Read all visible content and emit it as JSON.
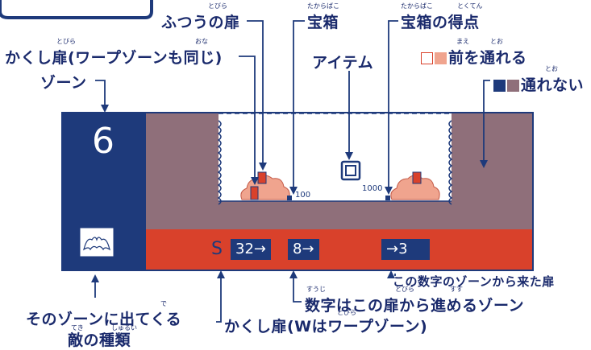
{
  "colors": {
    "navy": "#1e3a7b",
    "mauve": "#8f6f7a",
    "red": "#d9412b",
    "pink": "#f0a48e",
    "white_area": "#ffffff",
    "label": "#1a2a6c"
  },
  "labels": {
    "normal_door": "ふつうの扉",
    "treasure": "宝箱",
    "treasure_score": "宝箱の得点",
    "hidden_door": "かくし扉(ワープゾーンも同じ)",
    "item": "アイテム",
    "passable_prefix": "",
    "passable": "前を通れる",
    "impassable": "通れない",
    "zone": "ゾーン",
    "came_from": "この数字のゾーンから来た扉",
    "number_meaning": "数字はこの扉から進めるゾーン",
    "enemy_line1": "そのゾーンに出てくる",
    "enemy_line2": "敵の種類",
    "hidden_door_w": "かくし扉(Wはワープゾーン)"
  },
  "ruby": {
    "tobira1": "とびら",
    "takarabako1": "たからばこ",
    "takarabako2": "たからばこ",
    "tokuten": "とくてん",
    "tobira2": "とびら",
    "onaji": "おな",
    "mae": "まえ",
    "too1": "とお",
    "too2": "とお",
    "tobira3": "とびら",
    "suuji": "すうじ",
    "tobira4": "とびら",
    "susu": "すす",
    "de": "で",
    "teki": "てき",
    "shurui": "しゅるい",
    "tobira5": "とびら"
  },
  "diagram": {
    "zone_number": "6",
    "score_100": "100",
    "score_1000": "1000",
    "s_label": "S",
    "door1": "32→",
    "door2": "8→",
    "door3": "→3"
  }
}
